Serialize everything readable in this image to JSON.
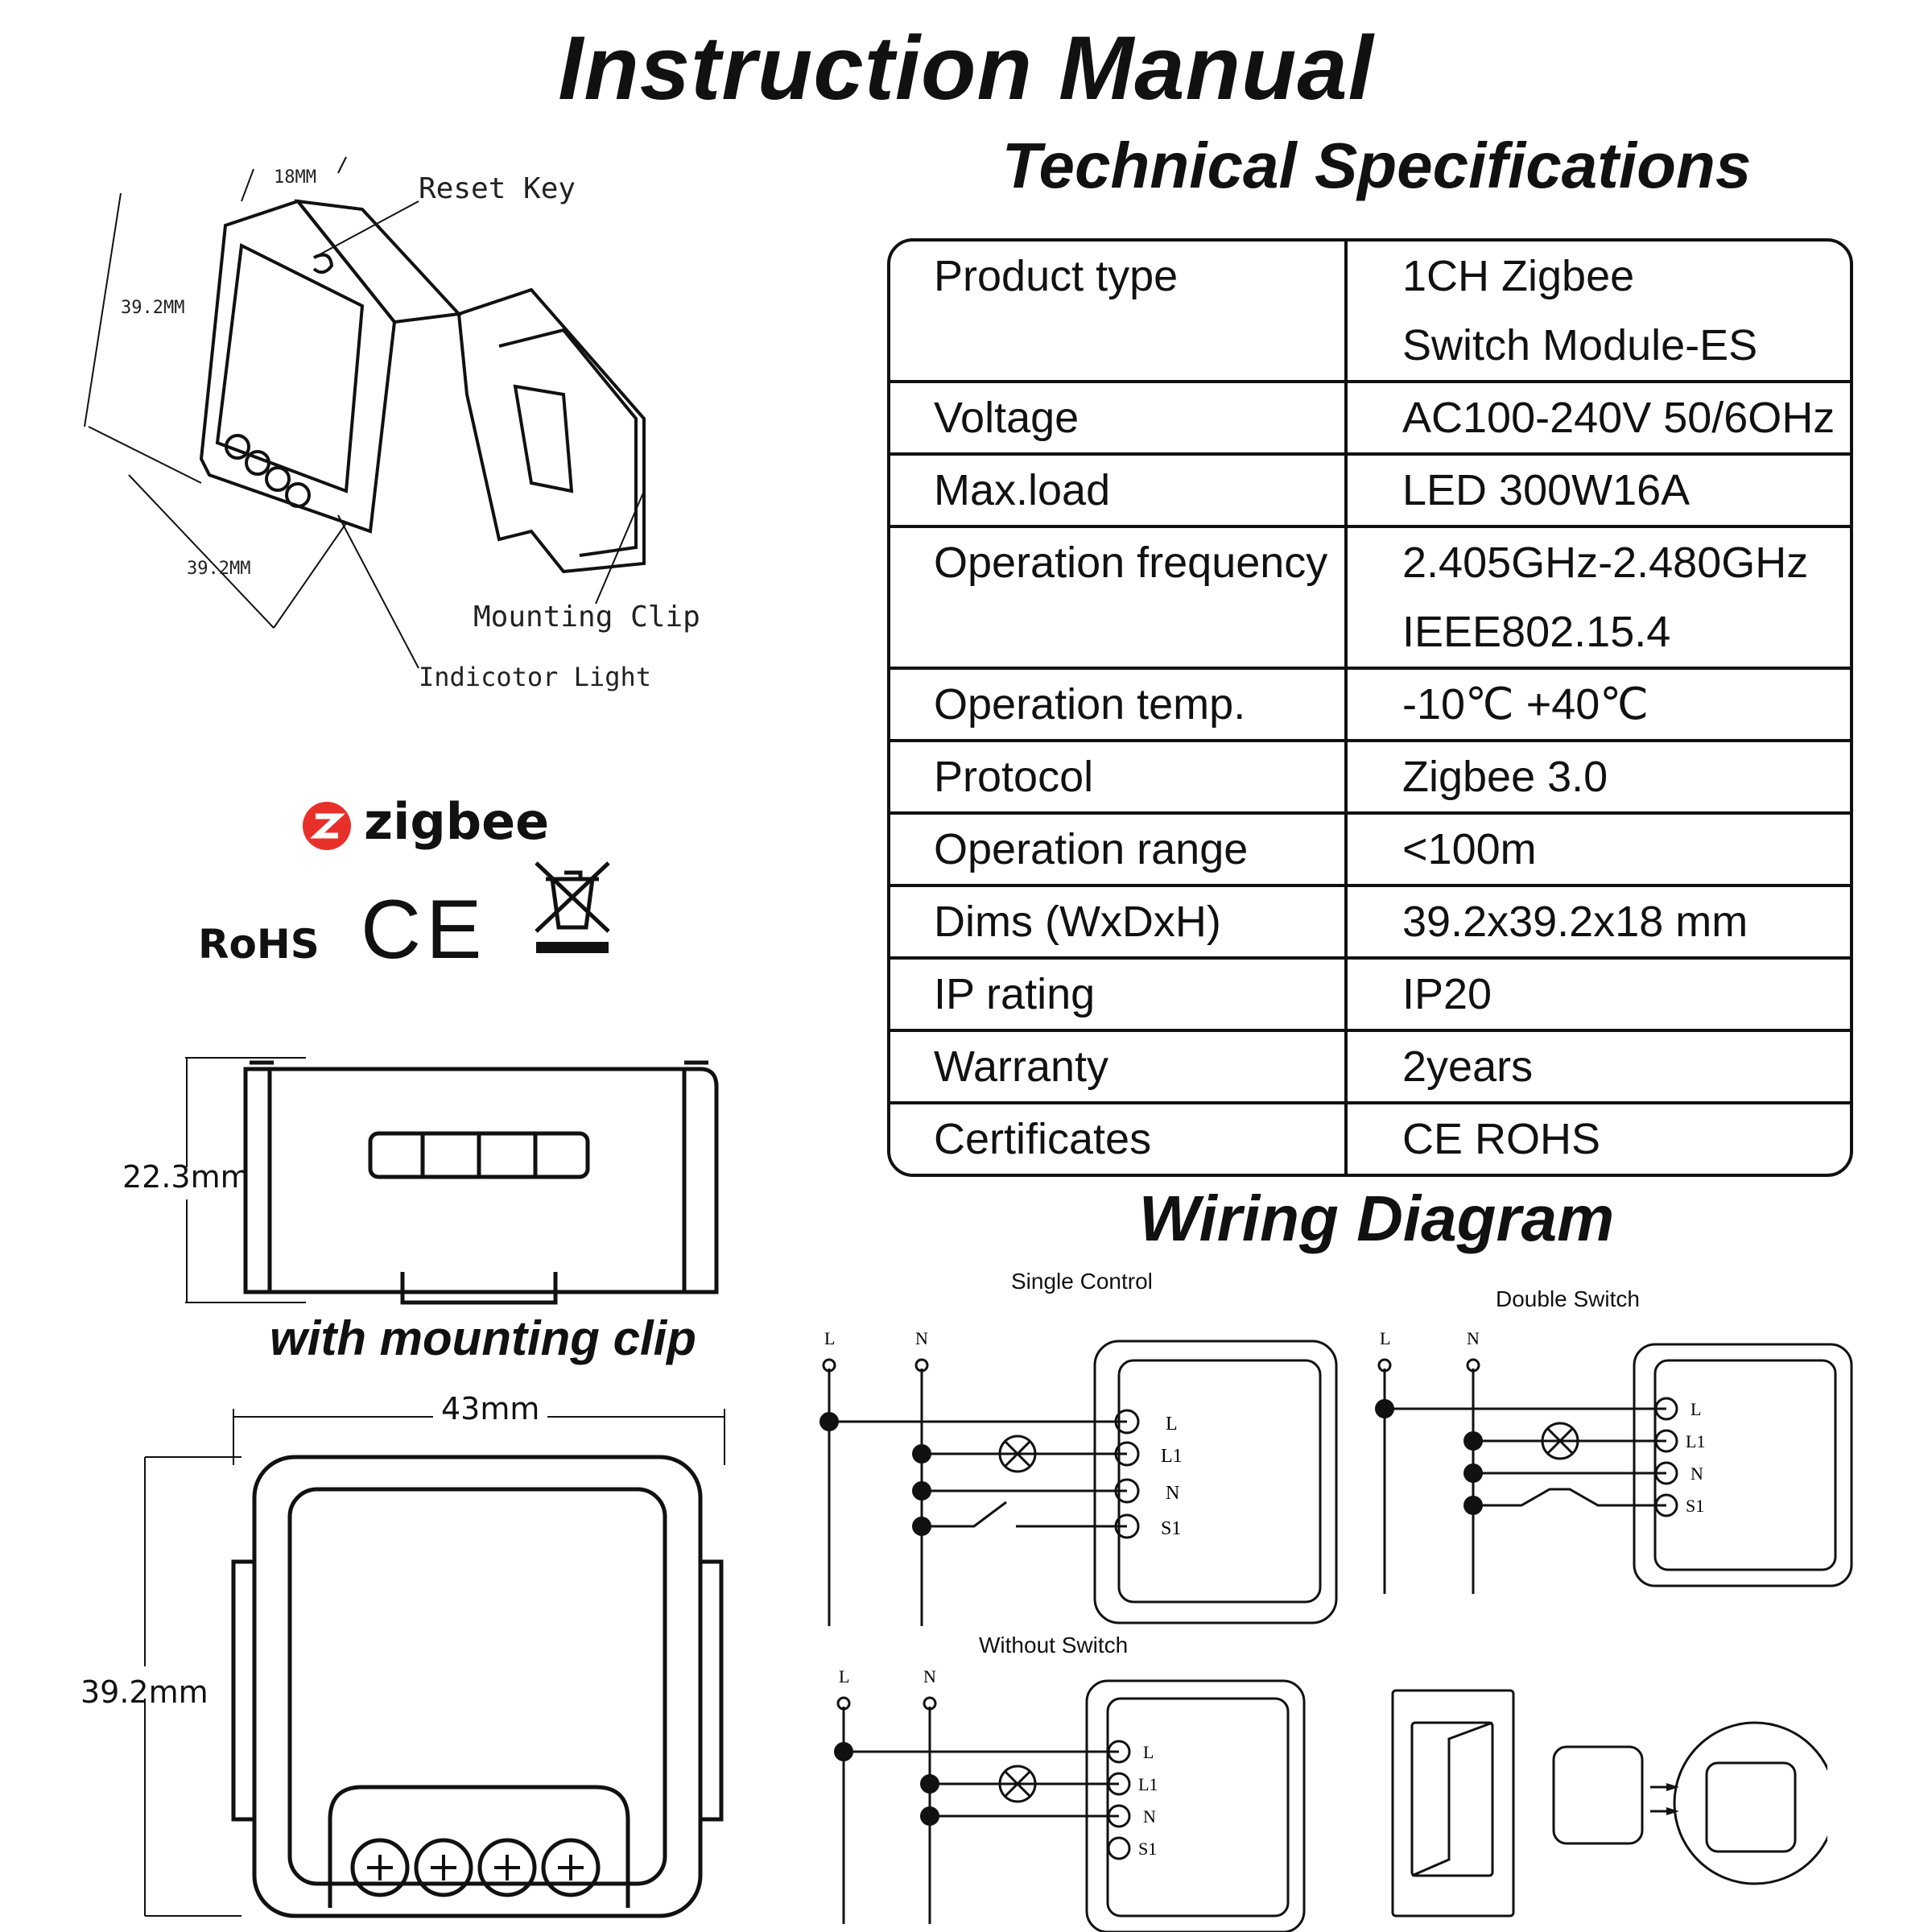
{
  "title": "Instruction Manual",
  "spec_title": "Technical Specifications",
  "specs": [
    {
      "key": "Product type",
      "value": "1CH Zigbee",
      "value2": "Switch Module-ES"
    },
    {
      "key": "Voltage",
      "value": "AC100-240V 50/6OHz"
    },
    {
      "key": "Max.load",
      "value": "LED 300W16A"
    },
    {
      "key": "Operation frequency",
      "value": "2.405GHz-2.480GHz",
      "value2": "IEEE802.15.4"
    },
    {
      "key": "Operation temp.",
      "value": "-10℃ +40℃"
    },
    {
      "key": "Protocol",
      "value": "Zigbee 3.0"
    },
    {
      "key": "Operation range",
      "value": "<100m"
    },
    {
      "key": "Dims (WxDxH)",
      "value": "39.2x39.2x18 mm"
    },
    {
      "key": "IP rating",
      "value": "IP20"
    },
    {
      "key": "Warranty",
      "value": "2years"
    },
    {
      "key": "Certificates",
      "value": "CE ROHS"
    }
  ],
  "device_labels": {
    "height": "18MM",
    "width_left": "39.2MM",
    "width_bottom": "39.2MM",
    "reset_key": "Reset Key",
    "mounting_clip": "Mounting Clip",
    "indicator_light": "Indicotor Light"
  },
  "logos": {
    "zigbee": "zigbee",
    "rohs": "RoHS",
    "ce": "CE",
    "zigbee_color": "#e8302a"
  },
  "side_view": {
    "height": "22.3mm"
  },
  "clip_title": "with mounting clip",
  "front_view": {
    "width": "43mm",
    "height": "39.2mm"
  },
  "wiring_title": "Wiring Diagram",
  "wiring": {
    "single_control": "Single Control",
    "double_switch": "Double Switch",
    "without_switch": "Without Switch",
    "line": "L",
    "neutral": "N",
    "terminals": [
      "L",
      "L1",
      "N",
      "S1"
    ]
  }
}
